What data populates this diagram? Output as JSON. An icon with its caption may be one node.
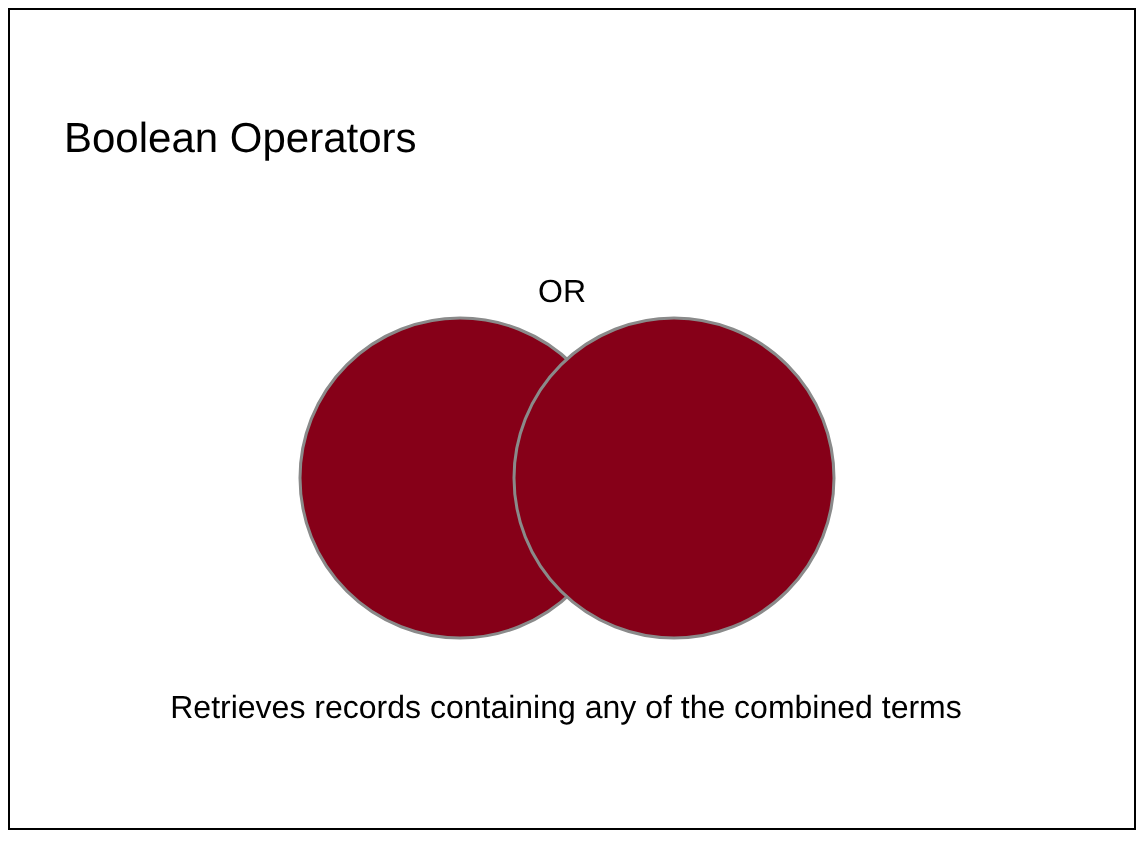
{
  "diagram": {
    "title": "Boolean Operators",
    "caption": "Retrieves records containing any of the combined terms",
    "nodes": [
      {
        "text": [],
        "shape": "circle"
      },
      {
        "text": [],
        "shape": "circle"
      }
    ],
    "labels": [
      "OR"
    ]
  }
}
